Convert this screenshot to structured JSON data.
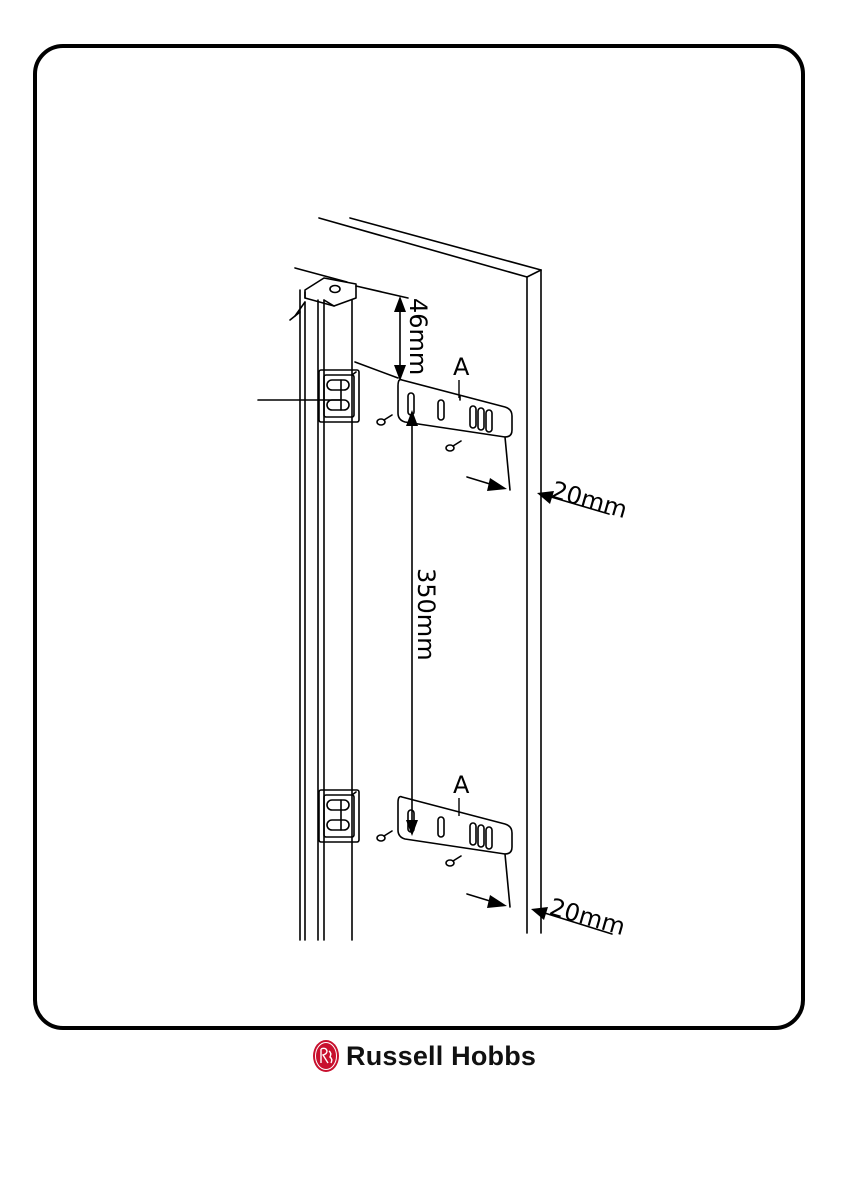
{
  "diagram": {
    "dimension_top_gap": "46mm",
    "dimension_bracket_spacing": "350mm",
    "dimension_edge_offset_top": "20mm",
    "dimension_edge_offset_bottom": "20mm",
    "part_label_top": "A",
    "part_label_bottom": "A"
  },
  "brand": {
    "name": "Russell Hobbs",
    "logo_color": "#c8102e"
  }
}
